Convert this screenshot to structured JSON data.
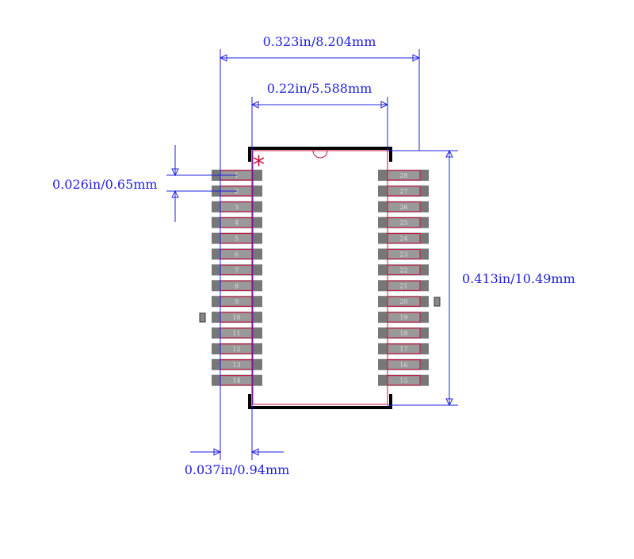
{
  "dimensions": {
    "overall_width": "0.323in/8.204mm",
    "body_width": "0.22in/5.588mm",
    "pitch": "0.026in/0.65mm",
    "body_length": "0.413in/10.49mm",
    "lead_length": "0.037in/0.94mm"
  },
  "pins": {
    "left": [
      "1",
      "2",
      "3",
      "4",
      "5",
      "6",
      "7",
      "8",
      "9",
      "10",
      "11",
      "12",
      "13",
      "14"
    ],
    "right": [
      "28",
      "27",
      "26",
      "25",
      "24",
      "23",
      "22",
      "21",
      "20",
      "19",
      "18",
      "17",
      "16",
      "15"
    ]
  },
  "pin1_marker": "*",
  "colors": {
    "dimension": "#2020e0",
    "outline": "#cc1040",
    "pad": "#777777",
    "silkscreen": "#000000"
  }
}
